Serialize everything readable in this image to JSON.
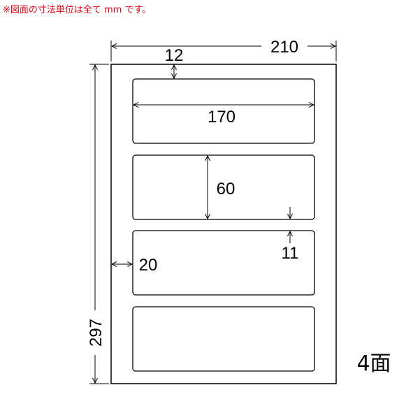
{
  "note": "※図面の寸法単位は全て mm です。",
  "dimensions": {
    "sheet_width": "210",
    "sheet_height": "297",
    "top_margin": "12",
    "label_width": "170",
    "label_height": "60",
    "gap": "11",
    "left_margin": "20"
  },
  "label_count": "4面",
  "colors": {
    "note": "#e60012",
    "lines": "#000000"
  }
}
